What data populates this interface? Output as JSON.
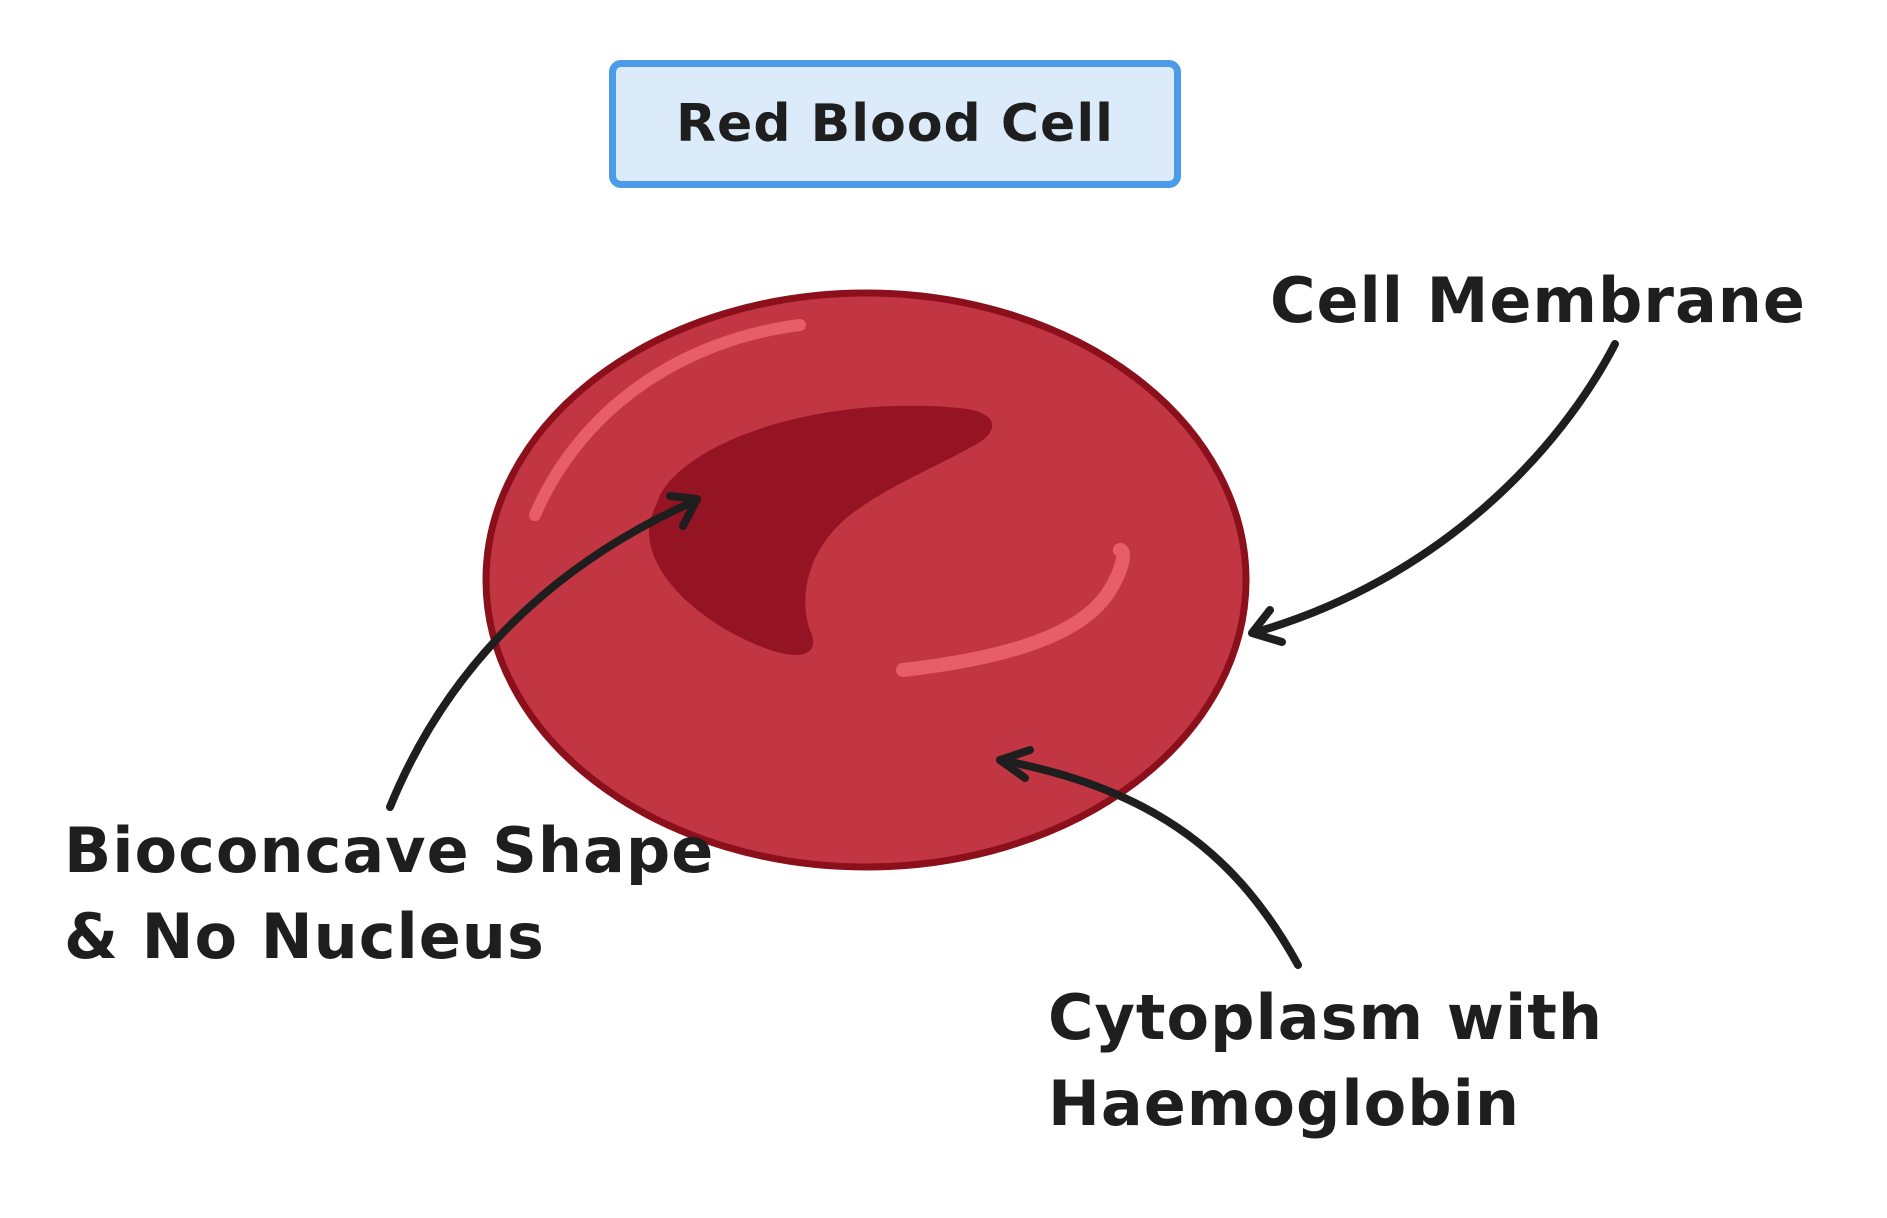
{
  "title": "Red Blood Cell",
  "labels": {
    "cell_membrane": "Cell Membrane",
    "shape_line1": "Bioconcave Shape",
    "shape_line2": "& No Nucleus",
    "cytoplasm_line1": "Cytoplasm with",
    "cytoplasm_line2": "Haemoglobin"
  },
  "colors": {
    "cell_fill": "#c13642",
    "cell_outline": "#8c0f1c",
    "concavity": "#941423",
    "highlight": "#e85d6a",
    "title_fill": "#dcebfa",
    "title_border": "#4c9be8",
    "arrow": "#1e1e1e"
  }
}
